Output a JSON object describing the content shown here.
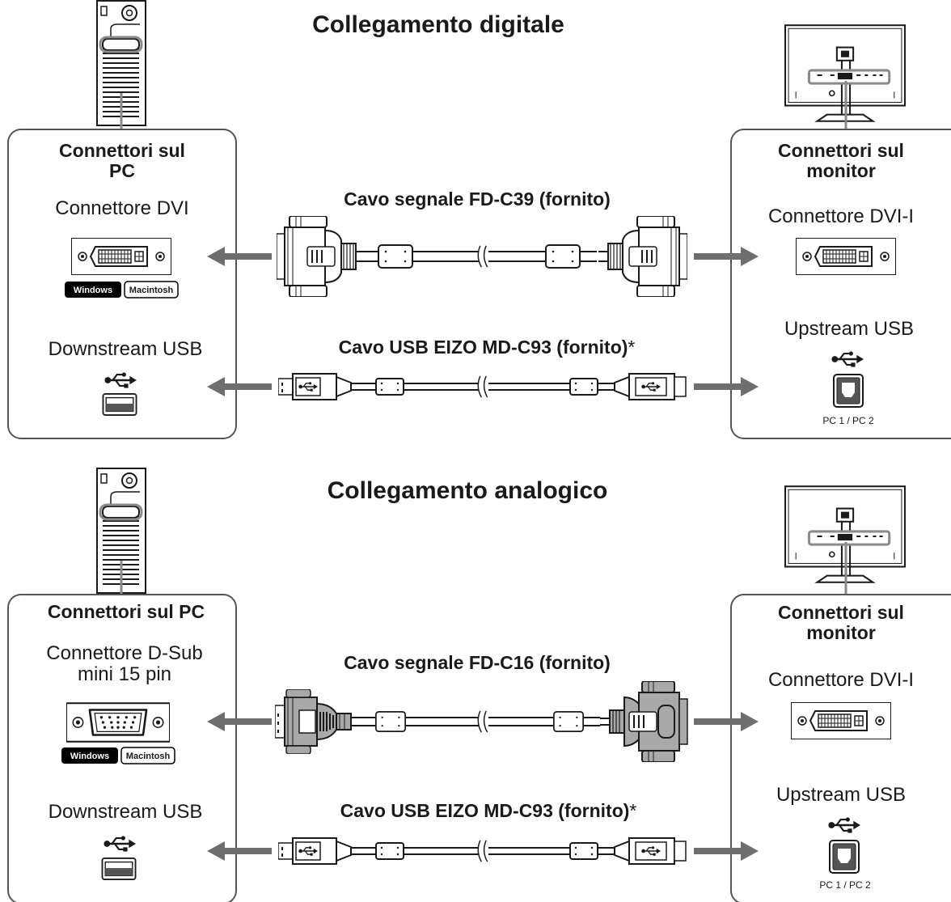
{
  "sections": [
    {
      "title": "Collegamento digitale",
      "pc_box": {
        "heading_lines": [
          "Connettori sul",
          "PC"
        ],
        "connector_label_lines": [
          "Connettore DVI"
        ],
        "os_badges": [
          "Windows",
          "Macintosh"
        ],
        "usb_label": "Downstream USB"
      },
      "monitor_box": {
        "heading_lines": [
          "Connettori sul",
          "monitor"
        ],
        "connector_label": "Connettore DVI-I",
        "usb_label": "Upstream USB",
        "port_caption": "PC 1 / PC 2"
      },
      "signal_cable": "Cavo segnale FD-C39 (fornito)",
      "usb_cable": "Cavo USB EIZO MD-C93 (fornito)",
      "footnote_mark": "*"
    },
    {
      "title": "Collegamento analogico",
      "pc_box": {
        "heading_lines": [
          "Connettori sul PC"
        ],
        "connector_label_lines": [
          "Connettore D-Sub",
          "mini 15 pin"
        ],
        "os_badges": [
          "Windows",
          "Macintosh"
        ],
        "usb_label": "Downstream USB"
      },
      "monitor_box": {
        "heading_lines": [
          "Connettori sul",
          "monitor"
        ],
        "connector_label": "Connettore DVI-I",
        "usb_label": "Upstream USB",
        "port_caption": "PC 1 / PC 2"
      },
      "signal_cable": "Cavo segnale FD-C16 (fornito)",
      "usb_cable": "Cavo USB EIZO MD-C93 (fornito)",
      "footnote_mark": "*"
    }
  ],
  "icons": [
    "pc-tower-icon",
    "monitor-back-icon",
    "dvi-port-icon",
    "vga-port-icon",
    "usb-symbol-icon",
    "usb-a-port-icon",
    "usb-b-port-icon",
    "dvi-cable-icon",
    "vga-dvi-cable-icon",
    "usb-cable-icon",
    "arrow-left-icon",
    "arrow-right-icon"
  ],
  "colors": {
    "line": "#1a1a1a",
    "box_border": "#555555",
    "arrow": "#6e6e6e",
    "badge_fill": "#000000",
    "port_fill": "#555555",
    "cable_grey": "#a9a9a9"
  }
}
